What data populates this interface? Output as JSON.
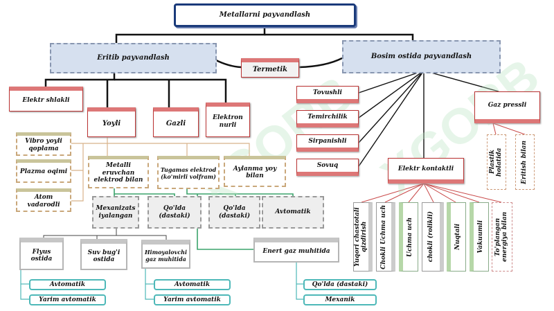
{
  "root": "Metallarni payvandlash",
  "level1": {
    "eritib": "Eritib payvandlash",
    "termetik": "Termetik",
    "bosim": "Bosim ostida payvandlash"
  },
  "eritib_children": {
    "elektr_shlakli": "Elektr shlakli",
    "yoyli": "Yoyli",
    "gazli": "Gazli",
    "elektron_nurli": "Elektron nurli"
  },
  "yoyli_children": {
    "vibro": "Vibro yoyli qoplama",
    "plazma": "Plazma oqimi",
    "atom": "Atom vadarodli",
    "metalli": "Metalli eruvchan elektrod bilan",
    "tugamas": "Tugamas elektrod (ko'mirli volfram)",
    "aylanma": "Aylanma yoy bilan"
  },
  "metalli_children": {
    "mexanizats": "Mexanizats iyalangan",
    "qolda1": "Qo'lda (dastaki)"
  },
  "tugamas_children": {
    "qolda2": "Qo'lda (dastaki)",
    "avtomatik": "Avtomatik",
    "enert": "Enert gaz muhitida"
  },
  "mexanizats_children": {
    "flyus": "Flyus ostida",
    "suv": "Suv bug'i ostida",
    "himoyalovchi": "Himoyalovchi gaz muhitida"
  },
  "leaves": {
    "flyus_avtomatik": "Avtomatik",
    "flyus_yarim": "Yarim avtomatik",
    "him_avtomatik": "Avtomatik",
    "him_yarim": "Yarim avtomatik",
    "enert_qolda": "Qo'lda (dastaki)",
    "enert_mexanik": "Mexanik"
  },
  "bosim_children": {
    "tovushli": "Tovushli",
    "temirchilik": "Temirchilik",
    "sirpanishli": "Sirpanishli",
    "sovuq": "Sovuq",
    "elektr_kontaktli": "Elektr kontaktli",
    "gaz_pressli": "Gaz pressli"
  },
  "kontakt_children": [
    "Yuqori chastotali qizdirish",
    "Chokli Uchma uch",
    "Uchma uch",
    "chokli (rolikli)",
    "Nuqtali",
    "Vakuumli",
    "To'plangan energiya bilan"
  ],
  "gaz_pressli_children": [
    "Plastik holatida",
    "Eritish bilan"
  ],
  "watermark": "XGORB"
}
